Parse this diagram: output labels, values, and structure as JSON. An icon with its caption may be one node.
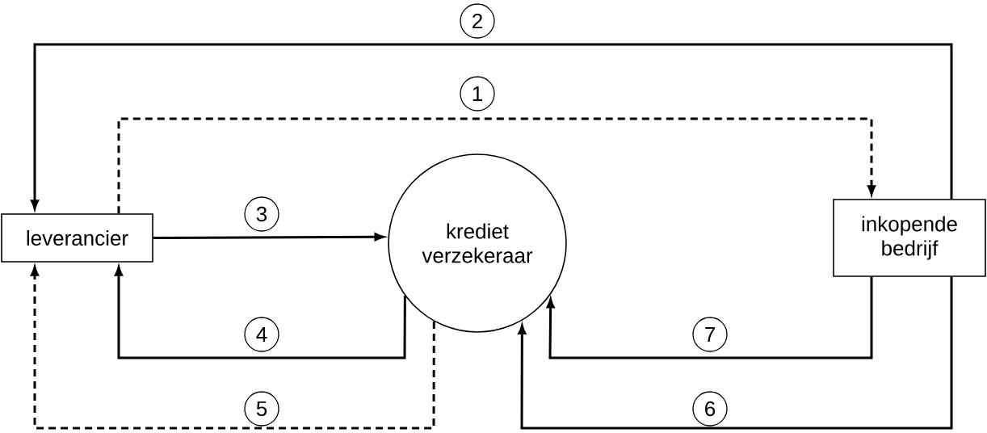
{
  "diagram": {
    "nodes": [
      {
        "text": [
          "leverancier"
        ]
      },
      {
        "text": [
          "krediet verzekeraar"
        ]
      },
      {
        "text": [
          "inkopende bedrijf"
        ]
      }
    ],
    "edges": [
      {
        "from": 0,
        "to": 2,
        "arrow": "to",
        "style": "dashed",
        "label": "1"
      },
      {
        "from": 2,
        "to": 0,
        "arrow": "to",
        "label": "2"
      },
      {
        "from": 0,
        "to": 1,
        "arrow": "to",
        "label": "3"
      },
      {
        "from": 1,
        "to": 0,
        "arrow": "to",
        "label": "4"
      },
      {
        "from": 1,
        "to": 0,
        "arrow": "to",
        "style": "dashed",
        "label": "5"
      },
      {
        "from": 2,
        "to": 1,
        "arrow": "to",
        "label": "6"
      },
      {
        "from": 2,
        "to": 1,
        "arrow": "to",
        "label": "7"
      }
    ]
  }
}
